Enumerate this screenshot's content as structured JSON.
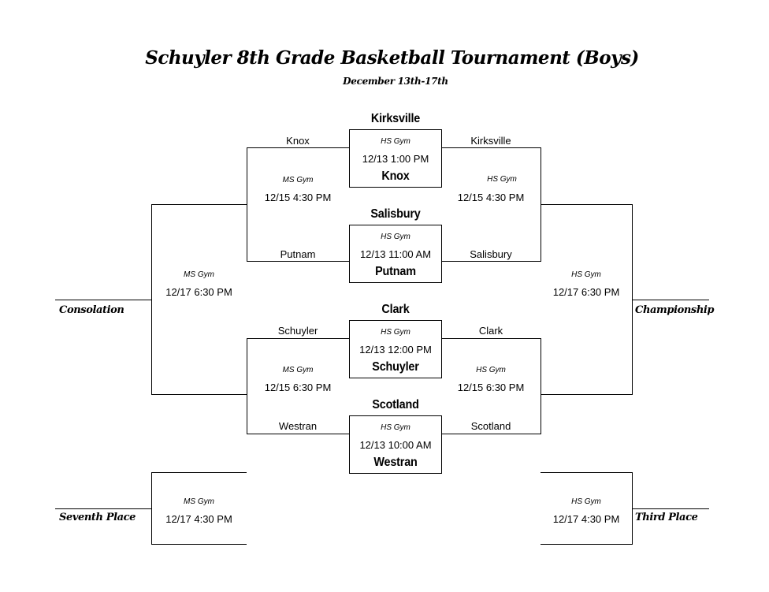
{
  "header": {
    "title": "Schuyler 8th Grade Basketball Tournament  (Boys)",
    "subtitle": "December 13th-17th"
  },
  "first_round": [
    {
      "top_team": "Kirksville",
      "bottom_team": "Knox",
      "gym": "HS Gym",
      "time": "12/13 1:00 PM"
    },
    {
      "top_team": "Salisbury",
      "bottom_team": "Putnam",
      "gym": "HS Gym",
      "time": "12/13 11:00 AM"
    },
    {
      "top_team": "Clark",
      "bottom_team": "Schuyler",
      "gym": "HS Gym",
      "time": "12/13 12:00 PM"
    },
    {
      "top_team": "Scotland",
      "bottom_team": "Westran",
      "gym": "HS Gym",
      "time": "12/13 10:00 AM"
    }
  ],
  "losers_bracket": [
    {
      "top_team": "Knox",
      "bottom_team": "Putnam",
      "gym": "MS Gym",
      "time": "12/15 4:30 PM"
    },
    {
      "top_team": "Schuyler",
      "bottom_team": "Westran",
      "gym": "MS Gym",
      "time": "12/15 6:30 PM"
    }
  ],
  "winners_bracket": [
    {
      "top_team": "Kirksville",
      "bottom_team": "Salisbury",
      "gym": "HS Gym",
      "time": "12/15 4:30 PM"
    },
    {
      "top_team": "Clark",
      "bottom_team": "Scotland",
      "gym": "HS Gym",
      "time": "12/15 6:30 PM"
    }
  ],
  "finals": {
    "consolation": {
      "label": "Consolation",
      "gym": "MS Gym",
      "time": "12/17 6:30 PM"
    },
    "championship": {
      "label": "Championship",
      "gym": "HS Gym",
      "time": "12/17 6:30 PM"
    },
    "seventh_place": {
      "label": "Seventh Place",
      "gym": "MS Gym",
      "time": "12/17 4:30 PM"
    },
    "third_place": {
      "label": "Third Place",
      "gym": "HS Gym",
      "time": "12/17 4:30 PM"
    }
  }
}
